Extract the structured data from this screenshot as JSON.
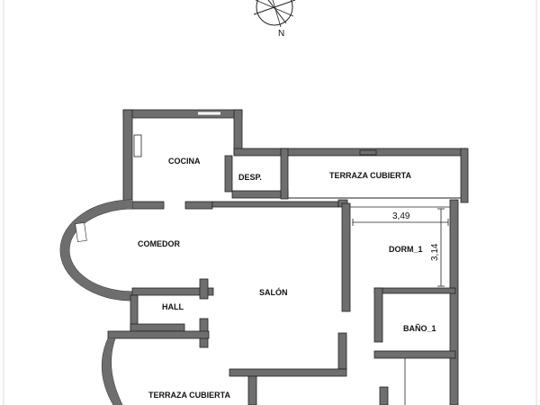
{
  "compass": {
    "north_label": "N"
  },
  "rooms": {
    "cocina": "COCINA",
    "despensa": "DESP.",
    "terraza_top": "TERRAZA CUBIERTA",
    "comedor": "COMEDOR",
    "salon": "SALÓN",
    "hall": "HALL",
    "dorm_1": "DORM_1",
    "bano_1": "BAÑO_1",
    "terraza_bottom": "TERRAZA CUBIERTA"
  },
  "dimensions": {
    "width": "3,49",
    "height": "3,14"
  },
  "colors": {
    "wall_fill": "#6e6e6e",
    "line": "#222222"
  }
}
